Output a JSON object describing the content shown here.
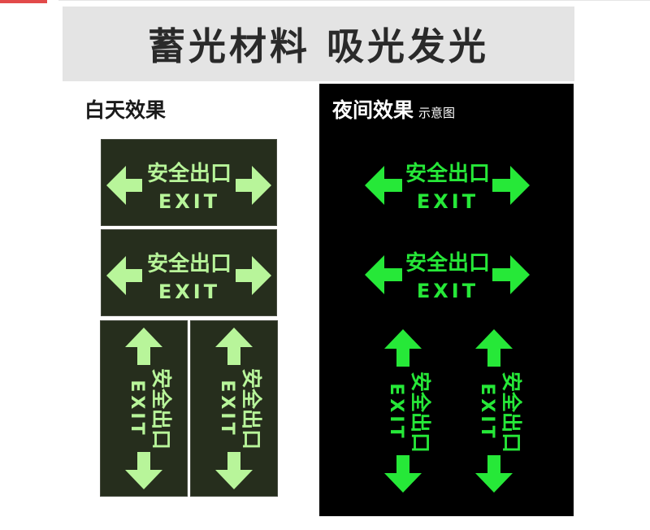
{
  "banner": {
    "title": "蓄光材料 吸光发光"
  },
  "day": {
    "label": "白天效果"
  },
  "night": {
    "label": "夜间效果",
    "note": "示意图"
  },
  "sign_text": {
    "cn": "安全出口",
    "en": "EXIT"
  },
  "colors": {
    "day_glow": "#b8f59a",
    "night_glow": "#26e838",
    "day_board": "#262e1d",
    "night_bg": "#000000",
    "accent": "#e24a4a"
  }
}
